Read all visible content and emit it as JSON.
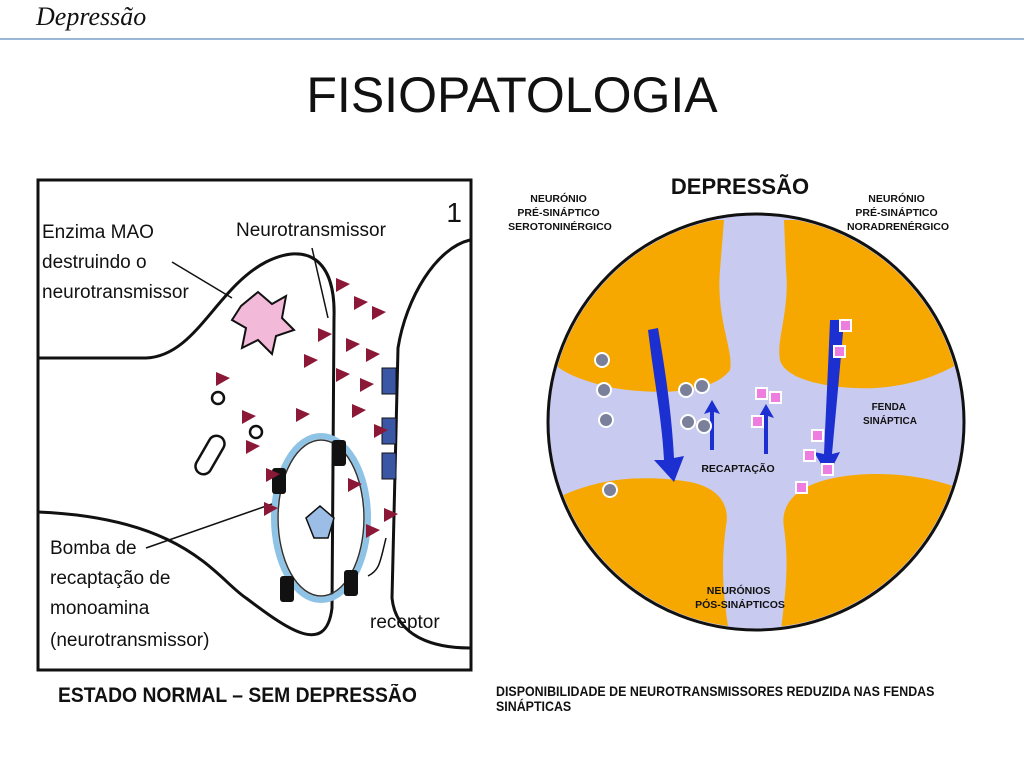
{
  "header": {
    "title": "Depressão"
  },
  "slide": {
    "title": "FISIOPATOLOGIA"
  },
  "left_diagram": {
    "panel_number": "1",
    "label_mao": [
      "Enzima MAO",
      "destruindo o",
      "neurotransmissor"
    ],
    "label_neurotransmitter": "Neurotransmissor",
    "label_pump": [
      "Bomba de",
      "recaptação de",
      "monoamina",
      "(neurotransmissor)"
    ],
    "label_receptor": "receptor",
    "caption": "ESTADO NORMAL – SEM DEPRESSÃO"
  },
  "right_diagram": {
    "title": "DEPRESSÃO",
    "label_serotonergic": [
      "NEURÓNIO",
      "PRÉ-SINÁPTICO",
      "SEROTONINÉRGICO"
    ],
    "label_noradrenergic": [
      "NEURÓNIO",
      "PRÉ-SINÁPTICO",
      "NORADRENÉRGICO"
    ],
    "label_cleft": [
      "FENDA",
      "SINÁPTICA"
    ],
    "label_reuptake": "RECAPTAÇÃO",
    "label_postsynaptic": [
      "NEURÓNIOS",
      "PÓS-SINÁPTICOS"
    ],
    "caption": "DISPONIBILIDADE DE NEUROTRANSMISSORES REDUZIDA NAS FENDAS SINÁPTICAS"
  },
  "colors": {
    "neuron_orange": "#f7a800",
    "circle_bg": "#c8cbef",
    "arrow_blue": "#1c2fd1",
    "triangle": "#8c1838"
  }
}
